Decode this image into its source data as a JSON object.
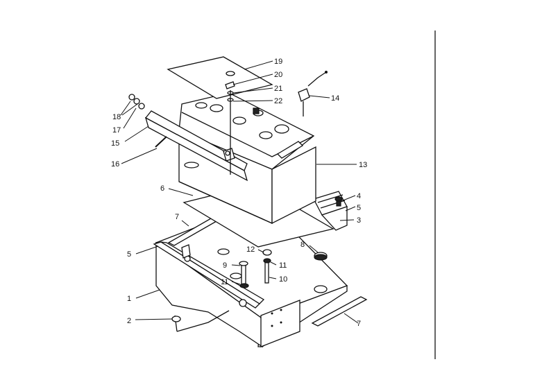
{
  "callouts": [
    "1",
    "2",
    "3",
    "4",
    "5",
    "5",
    "6",
    "7",
    "7",
    "8",
    "9",
    "10",
    "11",
    "11",
    "12",
    "13",
    "14",
    "15",
    "16",
    "17",
    "18",
    "19",
    "20",
    "21",
    "22"
  ]
}
